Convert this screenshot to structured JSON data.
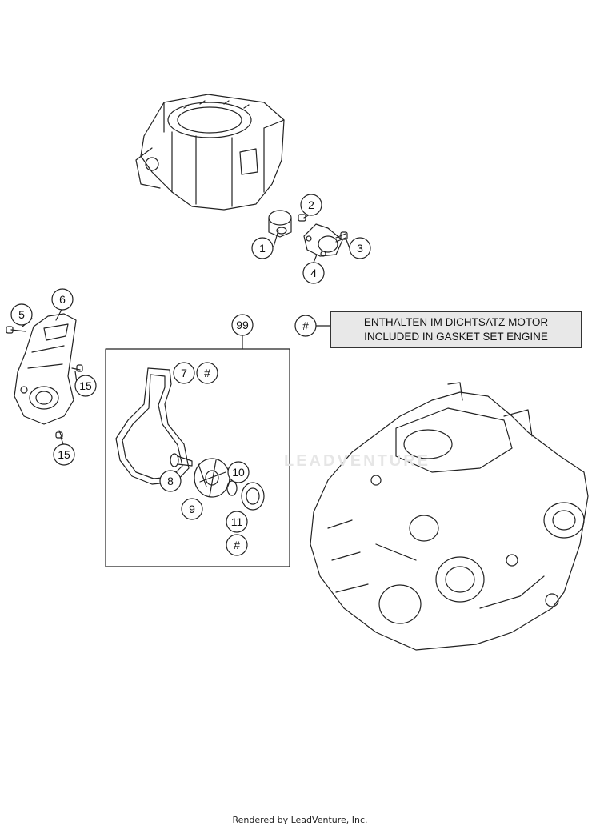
{
  "callouts": [
    {
      "id": "c1",
      "label": "1"
    },
    {
      "id": "c2",
      "label": "2"
    },
    {
      "id": "c3",
      "label": "3"
    },
    {
      "id": "c4",
      "label": "4"
    },
    {
      "id": "c5",
      "label": "5"
    },
    {
      "id": "c6",
      "label": "6"
    },
    {
      "id": "c7",
      "label": "7"
    },
    {
      "id": "c7h",
      "label": "#"
    },
    {
      "id": "c8",
      "label": "8"
    },
    {
      "id": "c9",
      "label": "9"
    },
    {
      "id": "c10",
      "label": "10"
    },
    {
      "id": "c11",
      "label": "11"
    },
    {
      "id": "c11h",
      "label": "#"
    },
    {
      "id": "c15a",
      "label": "15"
    },
    {
      "id": "c15b",
      "label": "15"
    },
    {
      "id": "c99",
      "label": "99"
    },
    {
      "id": "clegend",
      "label": "#"
    }
  ],
  "legend": {
    "line1": "ENTHALTEN IM DICHTSATZ MOTOR",
    "line2": "INCLUDED IN GASKET SET ENGINE"
  },
  "watermark": "LEADVENTURE",
  "footer": "Rendered by LeadVenture, Inc."
}
